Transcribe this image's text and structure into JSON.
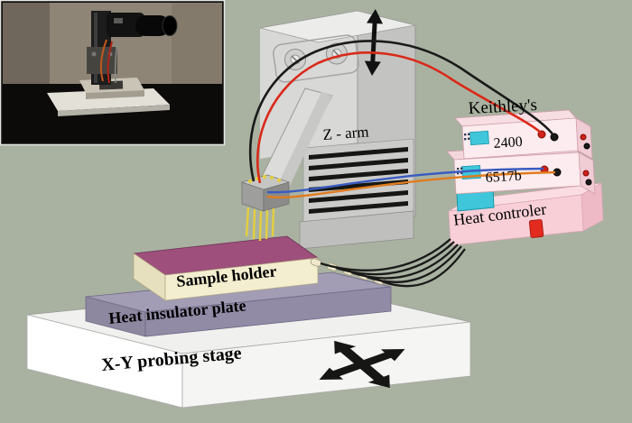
{
  "labels": {
    "z_arm": "Z - arm",
    "keithleys": "Keithley's",
    "keithley_2400": "2400",
    "keithley_6517b": "6517b",
    "heat_controller": "Heat controler",
    "sample_holder": "Sample holder",
    "heat_insulator_plate": "Heat insulator plate",
    "xy_probing_stage": "X-Y probing stage"
  },
  "colors": {
    "background": "#a9b2a1",
    "tower_gray": "#d8d8d6",
    "tower_side_gray": "#c3c3c1",
    "vent_black": "#161614",
    "instrument_face_pink": "#fdecef",
    "display_cyan": "#3fc6da",
    "controller_pink": "#f8cfd7",
    "power_button_red": "#e22b1e",
    "post_red": "#cf2218",
    "post_black": "#1a1a1a",
    "sample_top_magenta": "#9e4f7b",
    "sample_front_cream": "#f4eed0",
    "insulator_purple": "#918ba6",
    "stage_white": "#ffffff",
    "wire_red": "#d92a1a",
    "wire_black": "#1a1a1a",
    "wire_blue": "#3a5bc0",
    "wire_orange": "#e07b1e",
    "probe_pin_yellow": "#e3cf3f"
  }
}
